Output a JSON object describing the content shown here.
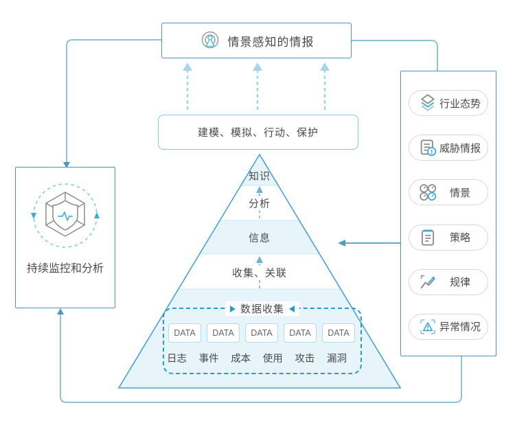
{
  "diagram": {
    "top_box": {
      "label": "情景感知的情报",
      "icon": "beacon-icon"
    },
    "model_box": {
      "label": "建模、模拟、行动、保护"
    },
    "pyramid": {
      "levels": [
        "知识",
        "分析",
        "信息",
        "收集、关联"
      ],
      "data_collection": {
        "label": "数据收集",
        "data_boxes": [
          "DATA",
          "DATA",
          "DATA",
          "DATA",
          "DATA"
        ],
        "sources": [
          "日志",
          "事件",
          "成本",
          "使用",
          "攻击",
          "漏洞"
        ]
      }
    },
    "left_box": {
      "label": "持续监控和分析",
      "icon": "shield-cube-cycle-icon"
    },
    "right_panel": {
      "items": [
        {
          "label": "行业态势",
          "icon": "layers-icon"
        },
        {
          "label": "威胁情报",
          "icon": "document-alert-icon"
        },
        {
          "label": "情景",
          "icon": "gauges-icon"
        },
        {
          "label": "策略",
          "icon": "clipboard-icon"
        },
        {
          "label": "规律",
          "icon": "trend-chart-icon"
        },
        {
          "label": "异常情况",
          "icon": "warning-frame-icon"
        }
      ]
    },
    "colors": {
      "accent_blue": "#2599d6",
      "steel_border": "#4e93b7",
      "pyramid_stroke": "#45a3d3",
      "band_fill": "#e7f4fa",
      "connector": "#8fc2d9",
      "pale_arrow": "#a6d5e8",
      "text": "#4a4a4a"
    }
  }
}
